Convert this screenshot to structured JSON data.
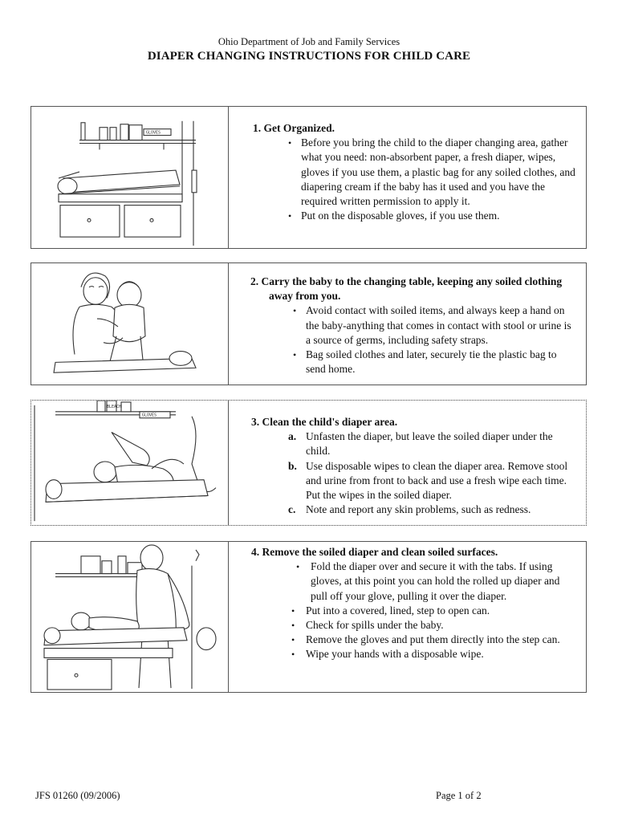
{
  "header": {
    "agency": "Ohio Department of Job and Family Services",
    "title": "DIAPER CHANGING INSTRUCTIONS FOR CHILD CARE"
  },
  "sections": [
    {
      "heading": "1. Get Organized.",
      "items": [
        "Before you bring the child to the diaper changing area, gather what you need: non-absorbent paper, a fresh diaper, wipes, gloves if you use them, a plastic bag for any soiled clothes, and diapering cream if the baby has it used and you have the required written permission to apply it.",
        "Put on the disposable gloves, if you use them."
      ]
    },
    {
      "heading": "2.  Carry the baby to the changing table, keeping any soiled clothing away from you.",
      "items": [
        "Avoid contact with soiled items, and always keep a hand on the baby-anything that comes in contact with stool or urine is a source of germs, including safety straps.",
        "Bag soiled clothes and later, securely tie the plastic bag to send home."
      ]
    },
    {
      "heading": "3.  Clean the child's diaper area.",
      "items": [
        {
          "marker": "a.",
          "text": "Unfasten the diaper, but leave the soiled diaper under the child."
        },
        {
          "marker": "b.",
          "text": "Use disposable wipes to clean the diaper area.  Remove stool and urine from front to back and use a fresh wipe each time.  Put the wipes in the soiled diaper."
        },
        {
          "marker": "c.",
          "text": "Note and report any skin problems, such as redness."
        }
      ]
    },
    {
      "heading": "4.  Remove the soiled diaper and clean soiled surfaces.",
      "items": [
        "Fold the diaper over and secure it with the tabs.  If using gloves, at this point you can hold the rolled up diaper and pull off your glove, pulling it over the diaper.",
        "Put into a covered, lined, step to open can.",
        "Check for spills under the baby.",
        "Remove the gloves and put them directly into the step can.",
        "Wipe your hands with a disposable wipe."
      ]
    }
  ],
  "illustration_labels": {
    "gloves_box_1": "GLOVES",
    "gloves_box_3": "GLOVES",
    "bleach_bottle": "BLEACH"
  },
  "bullet_glyph": "•",
  "footer": {
    "form_number": "JFS 01260  (09/2006)",
    "page": "Page 1 of 2"
  }
}
